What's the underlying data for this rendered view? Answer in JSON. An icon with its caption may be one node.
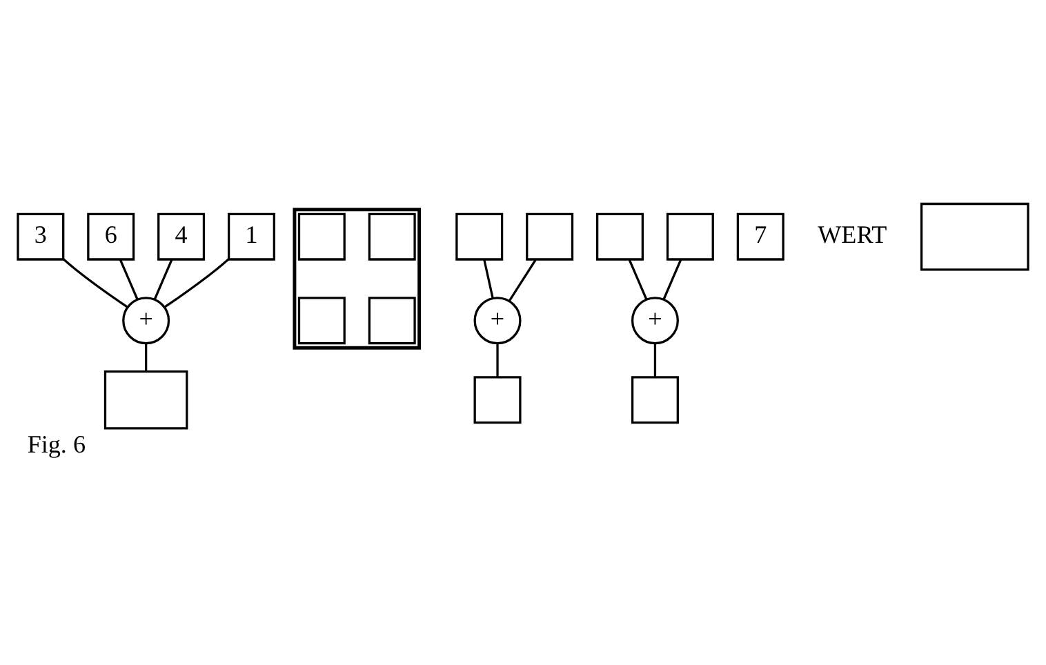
{
  "diagram": {
    "caption": "Fig. 6",
    "nodes": [
      {
        "text": [
          "3"
        ]
      },
      {
        "text": [
          "6"
        ]
      },
      {
        "text": [
          "4"
        ]
      },
      {
        "text": [
          "1"
        ]
      },
      {
        "text": [
          "+"
        ]
      },
      {
        "text": [],
        "shape": "box"
      },
      {
        "text": [],
        "shape": "box"
      },
      {
        "text": [],
        "shape": "box",
        "in": 6
      },
      {
        "text": [],
        "shape": "box",
        "in": 6
      },
      {
        "text": [],
        "shape": "box",
        "in": 6
      },
      {
        "text": [],
        "shape": "box",
        "in": 6
      },
      {
        "text": [],
        "shape": "box"
      },
      {
        "text": [],
        "shape": "box"
      },
      {
        "text": [
          "+"
        ]
      },
      {
        "text": [],
        "shape": "box"
      },
      {
        "text": [],
        "shape": "box"
      },
      {
        "text": [],
        "shape": "box"
      },
      {
        "text": [
          "+"
        ]
      },
      {
        "text": [],
        "shape": "box"
      },
      {
        "text": [
          "7"
        ]
      },
      {
        "text": [],
        "shape": "box",
        "beside": [
          "WERT"
        ]
      }
    ],
    "edges": [
      {
        "from": 0,
        "to": 4,
        "arrow": "none"
      },
      {
        "from": 1,
        "to": 4,
        "arrow": "none"
      },
      {
        "from": 2,
        "to": 4,
        "arrow": "none"
      },
      {
        "from": 3,
        "to": 4,
        "arrow": "none"
      },
      {
        "from": 4,
        "to": 5,
        "arrow": "none"
      },
      {
        "from": 11,
        "to": 13,
        "arrow": "none"
      },
      {
        "from": 12,
        "to": 13,
        "arrow": "none"
      },
      {
        "from": 13,
        "to": 14,
        "arrow": "none"
      },
      {
        "from": 15,
        "to": 17,
        "arrow": "none"
      },
      {
        "from": 16,
        "to": 17,
        "arrow": "none"
      },
      {
        "from": 17,
        "to": 18,
        "arrow": "none"
      }
    ]
  }
}
